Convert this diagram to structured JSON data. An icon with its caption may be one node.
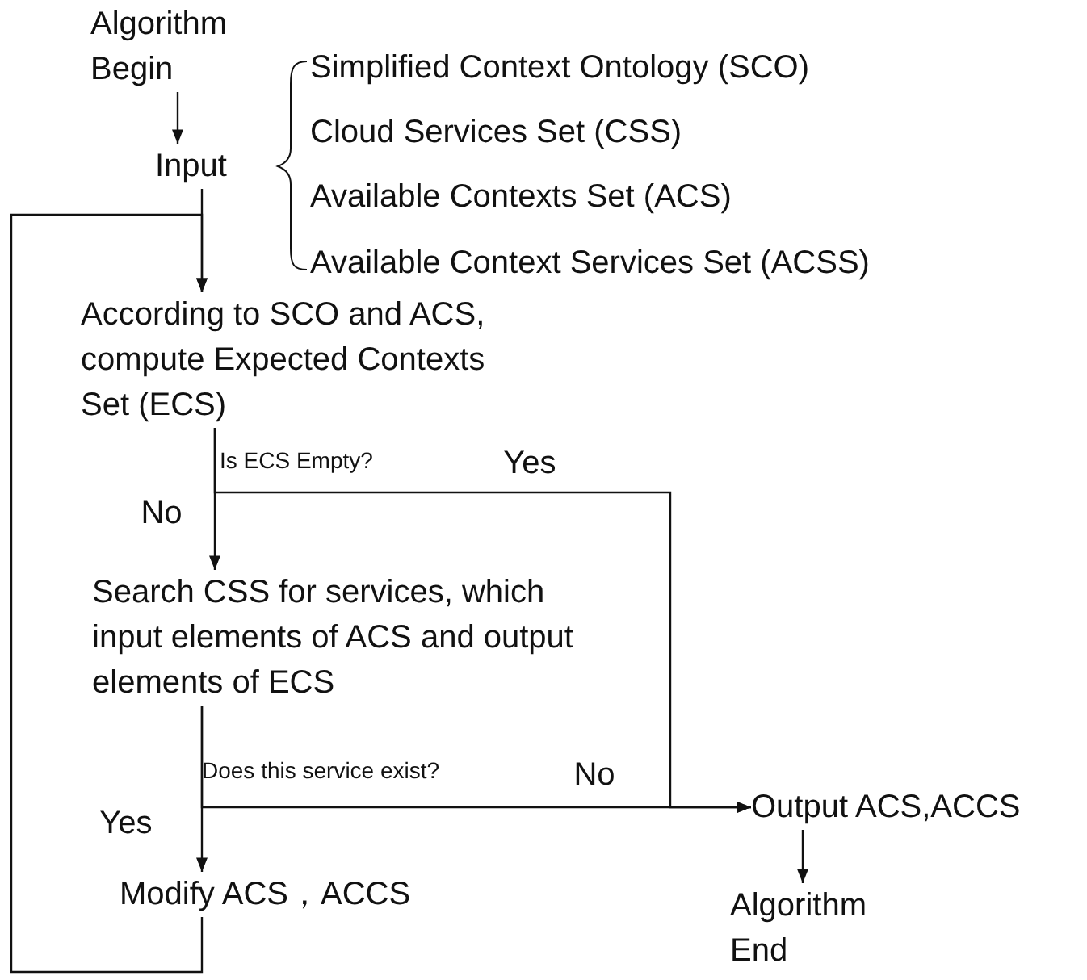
{
  "diagram": {
    "nodes": [
      {
        "text": [
          "Algorithm Begin"
        ]
      },
      {
        "text": [
          "Input"
        ]
      },
      {
        "text": [
          "According to SCO and ACS, compute Expected Contexts Set (ECS)"
        ]
      },
      {
        "text": [
          "Search CSS for services, which input elements of ACS and output elements of ECS"
        ]
      },
      {
        "text": [
          "Modify ACS，ACCS"
        ]
      },
      {
        "text": [
          "Output ACS,ACCS"
        ]
      },
      {
        "text": [
          "Algorithm End"
        ]
      }
    ],
    "edges": [
      {
        "from": 0,
        "to": 1,
        "arrow": "to"
      },
      {
        "from": 1,
        "to": 2,
        "arrow": "to"
      },
      {
        "from": 2,
        "to": 3,
        "arrow": "to",
        "label": "No"
      },
      {
        "from": 2,
        "to": 5,
        "arrow": "to",
        "label": "Yes"
      },
      {
        "from": 3,
        "to": 4,
        "arrow": "to",
        "label": "Yes"
      },
      {
        "from": 3,
        "to": 5,
        "arrow": "to",
        "label": "No"
      },
      {
        "from": 4,
        "to": 2,
        "arrow": "to"
      },
      {
        "from": 5,
        "to": 6,
        "arrow": "to"
      }
    ],
    "labels": [
      "Simplified Context Ontology (SCO)",
      "Cloud Services Set (CSS)",
      "Available Contexts Set (ACS)",
      "Available Context Services Set (ACSS)",
      "Is ECS Empty?",
      "Does this service exist?"
    ]
  }
}
